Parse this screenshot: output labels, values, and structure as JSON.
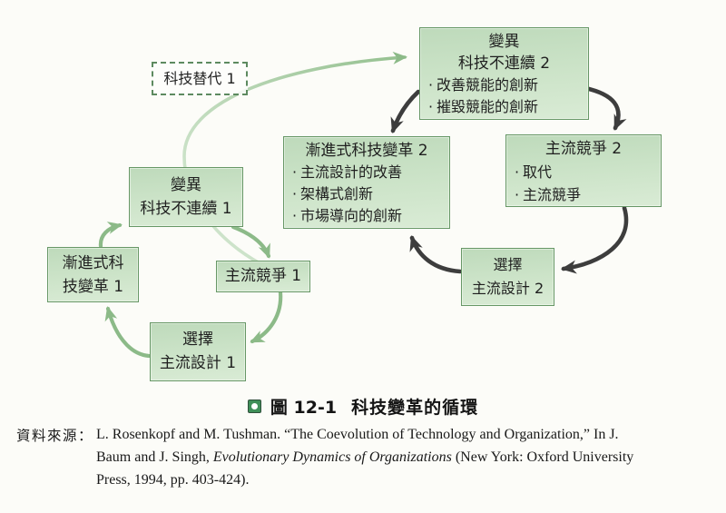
{
  "diagram": {
    "bullet_char": "·",
    "label_tech_substitution": "科技替代 1",
    "boxes": {
      "variation2": {
        "title1": "變異",
        "title2": "科技不連續 2",
        "bullets": [
          "改善競能的創新",
          "摧毀競能的創新"
        ]
      },
      "competition2": {
        "title1": "主流競爭 2",
        "bullets": [
          "取代",
          "主流競爭"
        ]
      },
      "incremental2": {
        "title1": "漸進式科技變革 2",
        "bullets": [
          "主流設計的改善",
          "架構式創新",
          "市場導向的創新"
        ]
      },
      "selection2": {
        "title1": "選擇",
        "title2": "主流設計 2"
      },
      "variation1": {
        "title1": "變異",
        "title2": "科技不連續 1"
      },
      "incremental1": {
        "title1": "漸進式科",
        "title2": "技變革 1"
      },
      "competition1": {
        "title1": "主流競爭 1"
      },
      "selection1": {
        "title1": "選擇",
        "title2": "主流設計 1"
      }
    },
    "colors": {
      "box_fill": "#cde4c9",
      "box_border": "#679766",
      "arrow_dark": "#3d3d3d",
      "arrow_green": "#8cba88",
      "caption_icon_green": "#3f8f58"
    }
  },
  "caption": {
    "figure_label": "圖 12-1",
    "title": "科技變革的循環"
  },
  "source": {
    "prefix": "資料來源：",
    "line1": "L. Rosenkopf and M. Tushman. “The Coevolution of Technology and Organization,” In J.",
    "line2_pre": "Baum and J. Singh, ",
    "line2_italic": "Evolutionary Dynamics of Organizations",
    "line2_post": " (New York: Oxford University",
    "line3": "Press, 1994, pp. 403-424)."
  }
}
